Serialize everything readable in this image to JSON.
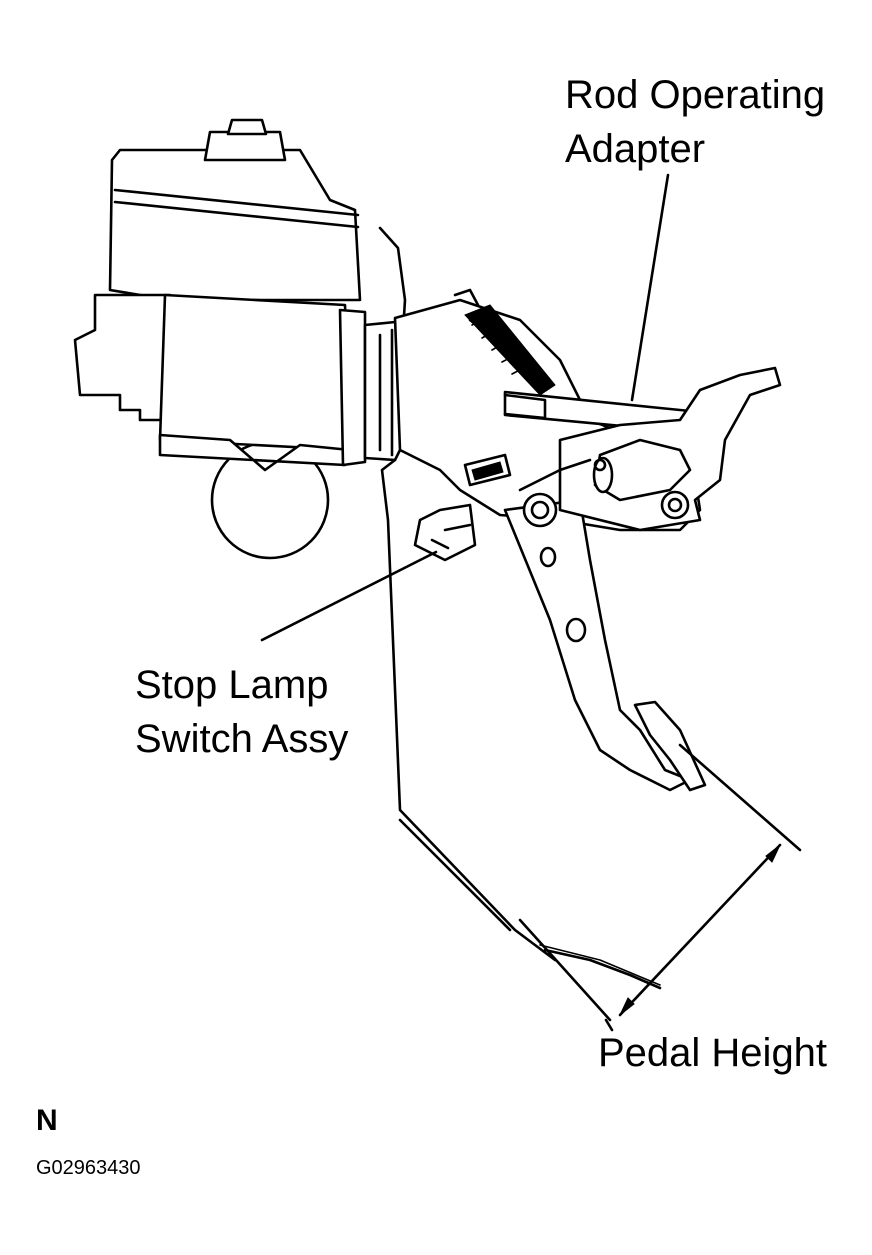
{
  "labels": {
    "rod_operating_adapter": [
      "Rod Operating",
      "Adapter"
    ],
    "stop_lamp_switch": [
      "Stop Lamp",
      "Switch Assy"
    ],
    "pedal_height": "Pedal Height"
  },
  "footer": {
    "code_letter": "N",
    "figure_id": "G02963430"
  }
}
